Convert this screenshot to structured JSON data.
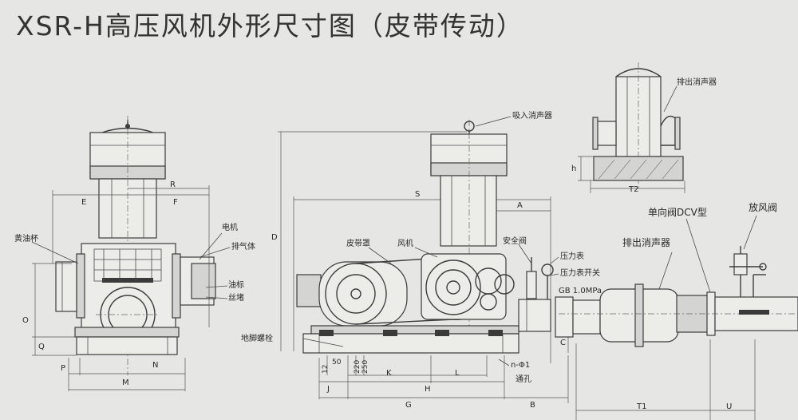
{
  "title": "XSR-H高压风机外形尺寸图（皮带传动）",
  "labels": {
    "exhaust_silencer_top": "排出消声器",
    "intake_silencer": "吸入消声器",
    "motor": "电机",
    "exhaust_body": "排气体",
    "grease_cup": "黄油杯",
    "oil_mark": "油标",
    "plug": "丝堵",
    "belt_cover": "皮带罩",
    "blower": "风机",
    "safety_valve": "安全阀",
    "pressure_gauge": "压力表",
    "gauge_switch": "压力表开关",
    "gb_spec": "GB 1.0MPa",
    "check_valve": "单向阀DCV型",
    "vent_valve": "放风阀",
    "exhaust_silencer": "排出消声器",
    "anchor_bolt": "地脚螺栓",
    "holes": "n-Φ1",
    "through_hole": "通孔"
  },
  "dims": {
    "E": "E",
    "F": "F",
    "R": "R",
    "O": "O",
    "Q": "Q",
    "P": "P",
    "N": "N",
    "M": "M",
    "S": "S",
    "A": "A",
    "D": "D",
    "C": "C",
    "h": "h",
    "T2": "T2",
    "J": "J",
    "K": "K",
    "H": "H",
    "L": "L",
    "G": "G",
    "B": "B",
    "T1": "T1",
    "U": "U",
    "d12": "12",
    "d50": "50",
    "d220": "220",
    "d250": "250"
  }
}
